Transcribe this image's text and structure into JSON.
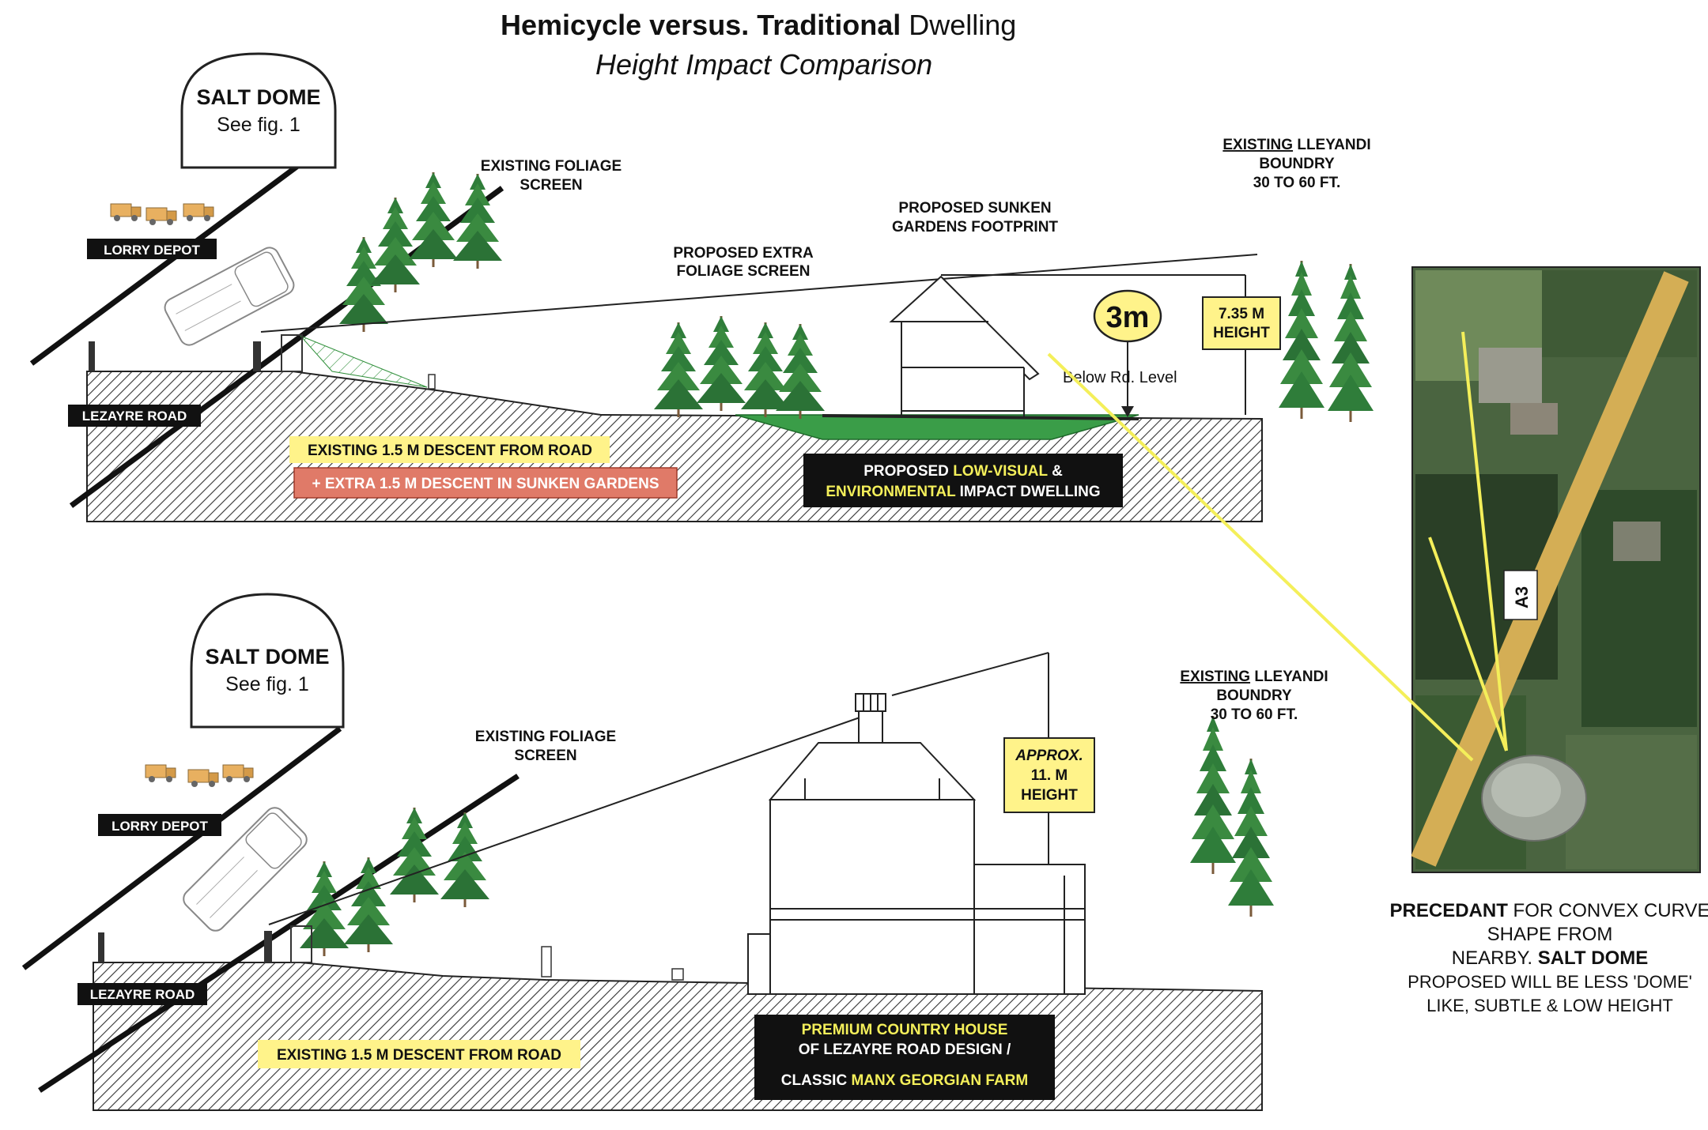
{
  "title": {
    "bold": "Hemicycle versus. Traditional",
    "rest": " Dwelling",
    "subtitle": "Height Impact Comparison"
  },
  "top": {
    "salt_dome": {
      "title": "SALT DOME",
      "ref": "See fig. 1"
    },
    "lorry_depot": "LORRY DEPOT",
    "road": "LEZAYRE ROAD",
    "foliage": [
      "EXISTING FOLIAGE",
      "SCREEN"
    ],
    "extra_foliage": [
      "PROPOSED EXTRA",
      "FOLIAGE SCREEN"
    ],
    "sunken": [
      "PROPOSED SUNKEN",
      "GARDENS FOOTPRINT"
    ],
    "boundary": {
      "u": "EXISTING",
      "l1": " LLEYANDI",
      "l2": "BOUNDRY",
      "l3": "30 TO 60 FT."
    },
    "depth_badge": "3m",
    "below_level": "Below Rd. Level",
    "height": [
      "7.35 M",
      "HEIGHT"
    ],
    "descent": "EXISTING 1.5 M DESCENT FROM ROAD",
    "extra_descent": "+ EXTRA 1.5 M DESCENT IN SUNKEN GARDENS",
    "dwelling": {
      "a": "PROPOSED ",
      "b": "LOW-VISUAL",
      "c": " &",
      "d": "ENVIRONMENTAL",
      "e": " IMPACT DWELLING"
    }
  },
  "bottom": {
    "salt_dome": {
      "title": "SALT DOME",
      "ref": "See fig. 1"
    },
    "lorry_depot": "LORRY DEPOT",
    "road": "LEZAYRE ROAD",
    "foliage": [
      "EXISTING FOLIAGE",
      "SCREEN"
    ],
    "boundary": {
      "u": "EXISTING",
      "l1": " LLEYANDI",
      "l2": "BOUNDRY",
      "l3": "30 TO 60 FT."
    },
    "height": [
      "APPROX.",
      "11. M",
      "HEIGHT"
    ],
    "descent": "EXISTING 1.5 M DESCENT FROM ROAD",
    "house": {
      "l1": "PREMIUM  COUNTRY HOUSE",
      "l2": "OF LEZAYRE ROAD DESIGN /",
      "l3a": "CLASSIC ",
      "l3b": "MANX GEORGIAN FARM"
    }
  },
  "aerial": {
    "road_label": "A3"
  },
  "caption": {
    "l1a": "PRECEDANT",
    "l1b": " FOR CONVEX CURVE",
    "l2": "SHAPE FROM",
    "l3a": "NEARBY. ",
    "l3b": "SALT DOME",
    "l4": "PROPOSED WILL BE LESS 'DOME'",
    "l5": "LIKE, SUBTLE & LOW HEIGHT"
  },
  "colors": {
    "tree": "#2f7d3a",
    "yellow_label": "#fff38a",
    "red_label": "#e07a68",
    "green_ground": "#3a9d48",
    "aerial_road": "#d4ae55",
    "yellow_line": "#f4ef5a"
  }
}
